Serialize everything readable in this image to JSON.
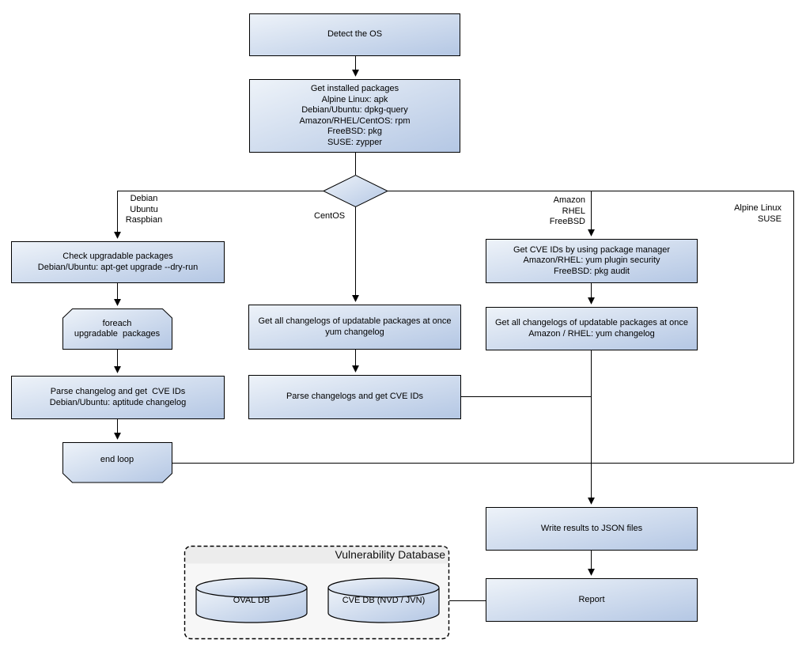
{
  "nodes": {
    "detect_os": {
      "label": "Detect the OS"
    },
    "get_installed_packages": {
      "lines": [
        "Get installed packages",
        "Alpine Linux: apk",
        "Debian/Ubuntu: dpkg-query",
        "Amazon/RHEL/CentOS: rpm",
        "FreeBSD: pkg",
        "SUSE: zypper"
      ]
    },
    "check_upgradable": {
      "lines": [
        "Check upgradable packages",
        "Debian/Ubuntu: apt-get upgrade --dry-run"
      ]
    },
    "foreach_loop": {
      "lines": [
        "foreach",
        "upgradable  packages"
      ]
    },
    "parse_changelog_deb": {
      "lines": [
        "Parse changelog and get  CVE IDs",
        "Debian/Ubuntu: aptitude changelog"
      ]
    },
    "end_loop": {
      "label": "end loop"
    },
    "yum_changelog": {
      "lines": [
        "Get all changelogs of updatable packages at once",
        "yum changelog"
      ]
    },
    "parse_changelogs": {
      "label": "Parse changelogs and get CVE IDs"
    },
    "get_cve_ids": {
      "lines": [
        "Get CVE IDs by using package manager",
        "Amazon/RHEL: yum plugin security",
        "FreeBSD: pkg audit"
      ]
    },
    "amazon_rhel_changelog": {
      "lines": [
        "Get all changelogs of updatable packages at once",
        "Amazon / RHEL: yum changelog"
      ]
    },
    "write_json": {
      "label": "Write results to JSON files"
    },
    "report": {
      "label": "Report"
    }
  },
  "branch_labels": {
    "debian": [
      "Debian",
      "Ubuntu",
      "Raspbian"
    ],
    "centos": "CentOS",
    "amazon": [
      "Amazon",
      "RHEL",
      "FreeBSD"
    ],
    "alpine": [
      "Alpine Linux",
      "SUSE"
    ]
  },
  "database_group": {
    "title": "Vulnerability Database",
    "oval_db": "OVAL DB",
    "cve_db": "CVE DB (NVD / JVN)"
  },
  "colors": {
    "node_gradient_start": "#edf2f9",
    "node_gradient_end": "#b6c8e4",
    "node_border": "#000000",
    "connector": "#000000",
    "group_body": "#f7f7f7",
    "group_header": "#ececec",
    "text": "#000000"
  }
}
